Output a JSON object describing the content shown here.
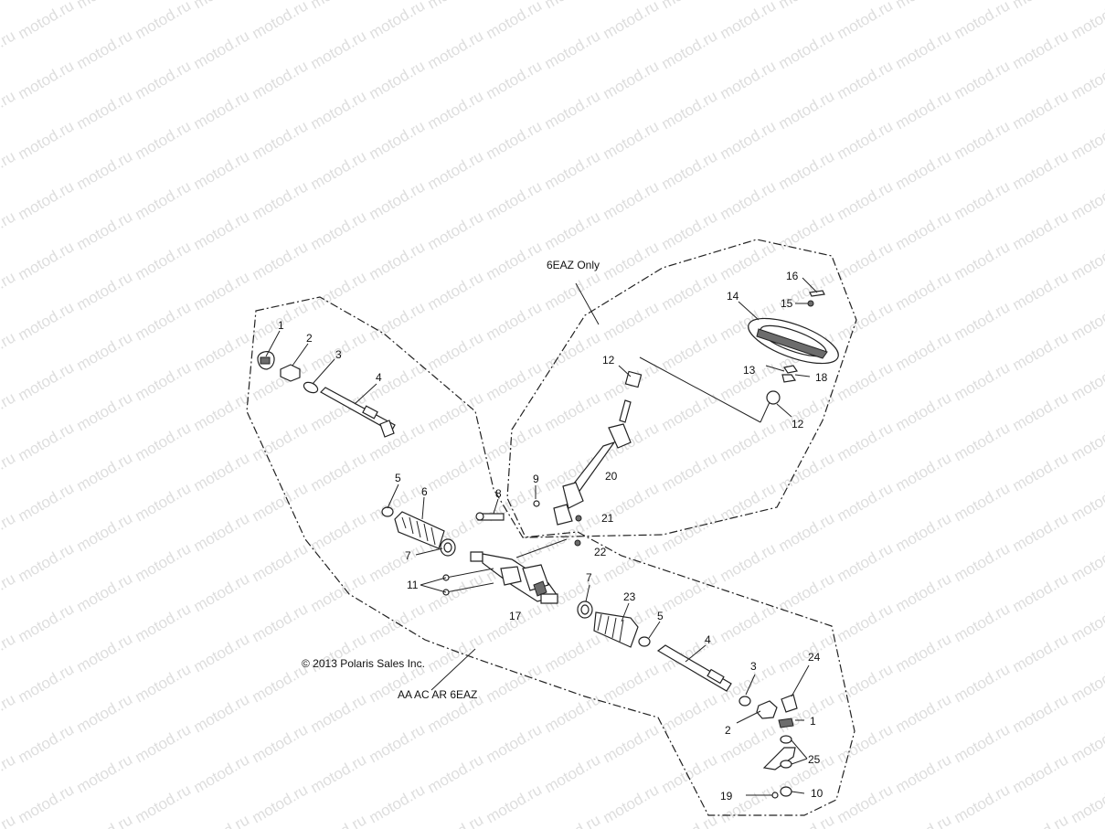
{
  "labels": {
    "variant_6eaz": "6EAZ Only",
    "copyright": "© 2013 Polaris Sales Inc.",
    "models": "AA AC AR 6EAZ"
  },
  "watermark": "motod.ru",
  "callouts": [
    {
      "id": "c1a",
      "text": "1"
    },
    {
      "id": "c2a",
      "text": "2"
    },
    {
      "id": "c3a",
      "text": "3"
    },
    {
      "id": "c4a",
      "text": "4"
    },
    {
      "id": "c5a",
      "text": "5"
    },
    {
      "id": "c6",
      "text": "6"
    },
    {
      "id": "c7a",
      "text": "7"
    },
    {
      "id": "c8",
      "text": "8"
    },
    {
      "id": "c9",
      "text": "9"
    },
    {
      "id": "c11",
      "text": "11"
    },
    {
      "id": "c17",
      "text": "17"
    },
    {
      "id": "c22",
      "text": "22"
    },
    {
      "id": "c7b",
      "text": "7"
    },
    {
      "id": "c23",
      "text": "23"
    },
    {
      "id": "c5b",
      "text": "5"
    },
    {
      "id": "c4b",
      "text": "4"
    },
    {
      "id": "c3b",
      "text": "3"
    },
    {
      "id": "c2b",
      "text": "2"
    },
    {
      "id": "c1b",
      "text": "1"
    },
    {
      "id": "c24",
      "text": "24"
    },
    {
      "id": "c25",
      "text": "25"
    },
    {
      "id": "c19",
      "text": "19"
    },
    {
      "id": "c10",
      "text": "10"
    },
    {
      "id": "c12a",
      "text": "12"
    },
    {
      "id": "c12b",
      "text": "12"
    },
    {
      "id": "c13",
      "text": "13"
    },
    {
      "id": "c14",
      "text": "14"
    },
    {
      "id": "c15",
      "text": "15"
    },
    {
      "id": "c16",
      "text": "16"
    },
    {
      "id": "c18",
      "text": "18"
    },
    {
      "id": "c20",
      "text": "20"
    },
    {
      "id": "c21",
      "text": "21"
    }
  ]
}
